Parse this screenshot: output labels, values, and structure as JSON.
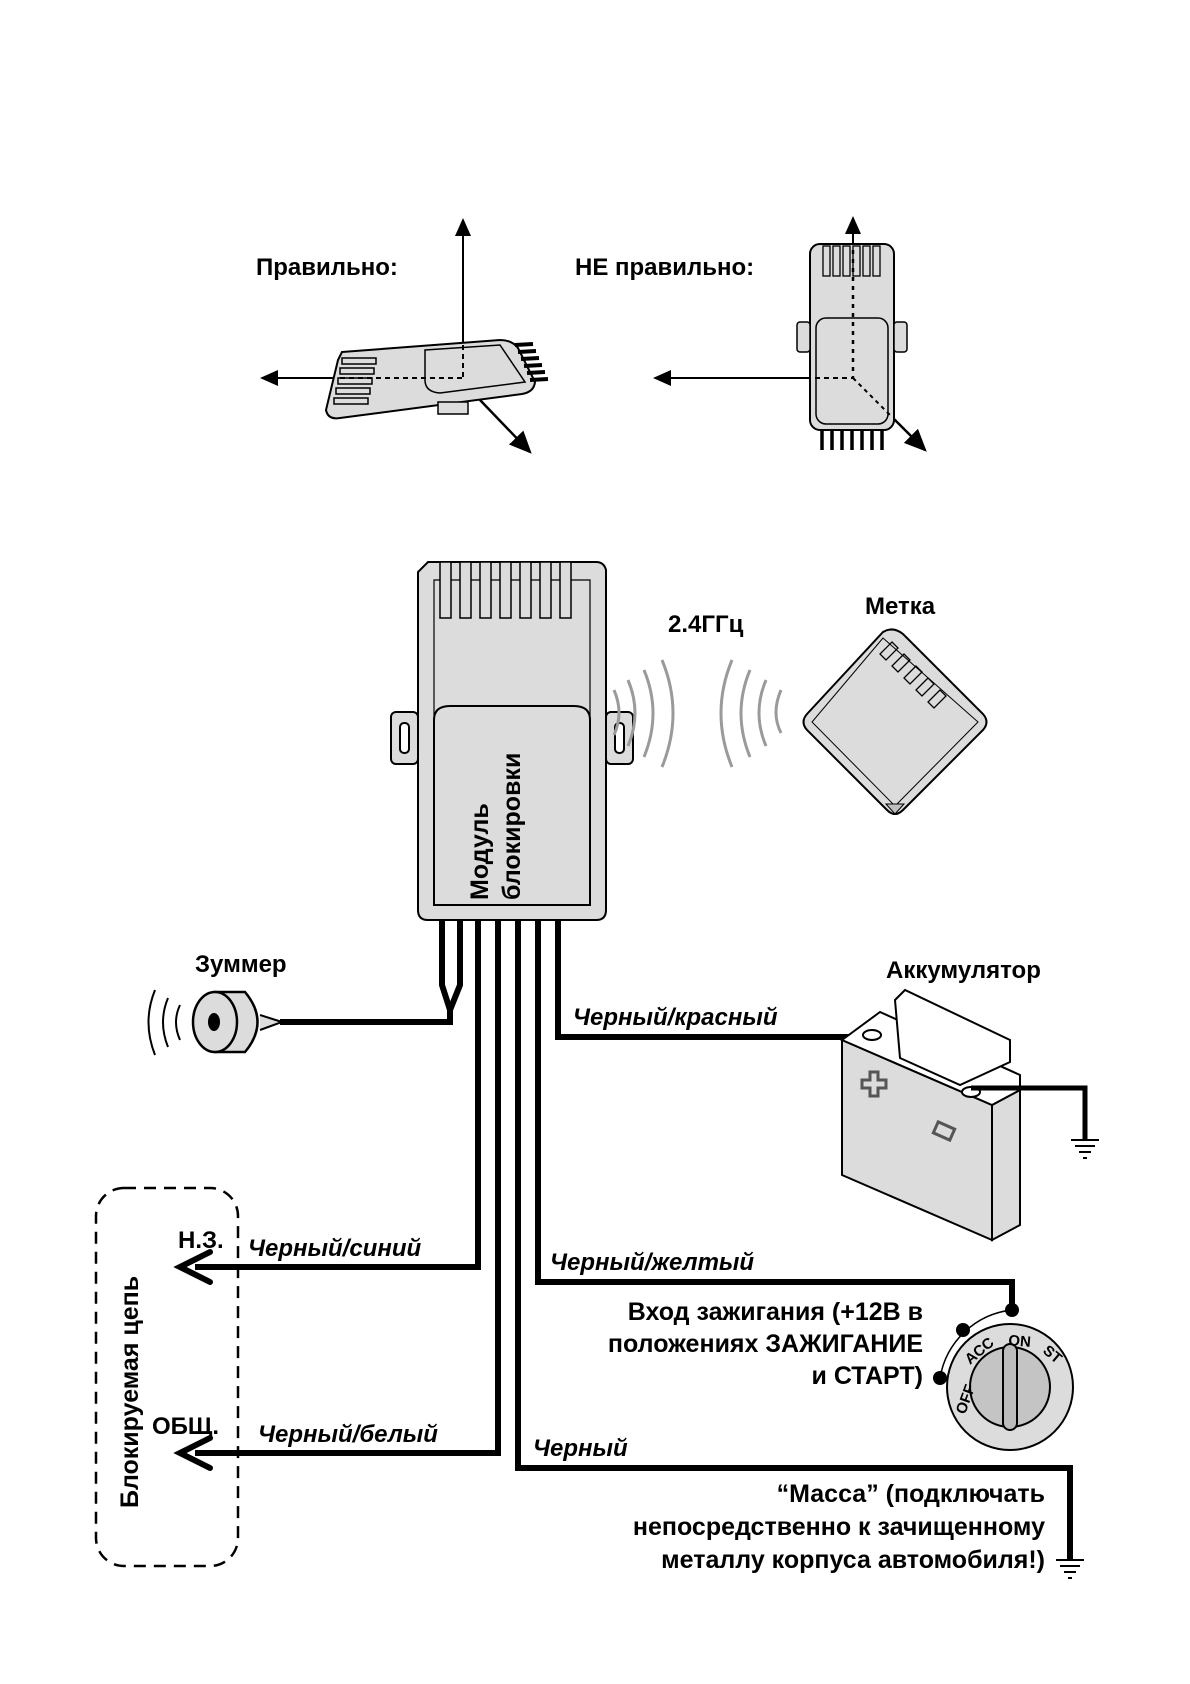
{
  "orientation": {
    "correct_label": "Правильно:",
    "incorrect_label": "НЕ правильно:"
  },
  "module": {
    "label_line1": "Модуль",
    "label_line2": "блокировки"
  },
  "radio": {
    "frequency_label": "2.4ГГц"
  },
  "tag": {
    "label": "Метка"
  },
  "buzzer": {
    "label": "Зуммер"
  },
  "battery": {
    "label": "Аккумулятор"
  },
  "wires": {
    "black_red": "Черный/красный",
    "black_blue": "Черный/синий",
    "black_yellow": "Черный/желтый",
    "black_white": "Черный/белый",
    "black": "Черный"
  },
  "blocked_circuit": {
    "label": "Блокируемая цепь",
    "nc_label": "Н.З.",
    "common_label": "ОБЩ."
  },
  "ignition": {
    "note_line1": "Вход зажигания (+12В в",
    "note_line2": "положениях ЗАЖИГАНИЕ",
    "note_line3": "и СТАРТ)",
    "positions": [
      "OFF",
      "ACC",
      "ON",
      "ST"
    ]
  },
  "ground": {
    "note_line1": "“Масса” (подключать",
    "note_line2": "непосредственно к зачищенному",
    "note_line3": "металлу корпуса автомобиля!)"
  },
  "colors": {
    "line": "#000000",
    "body_fill": "#dcdcdc",
    "wave": "#9a9a9a"
  }
}
